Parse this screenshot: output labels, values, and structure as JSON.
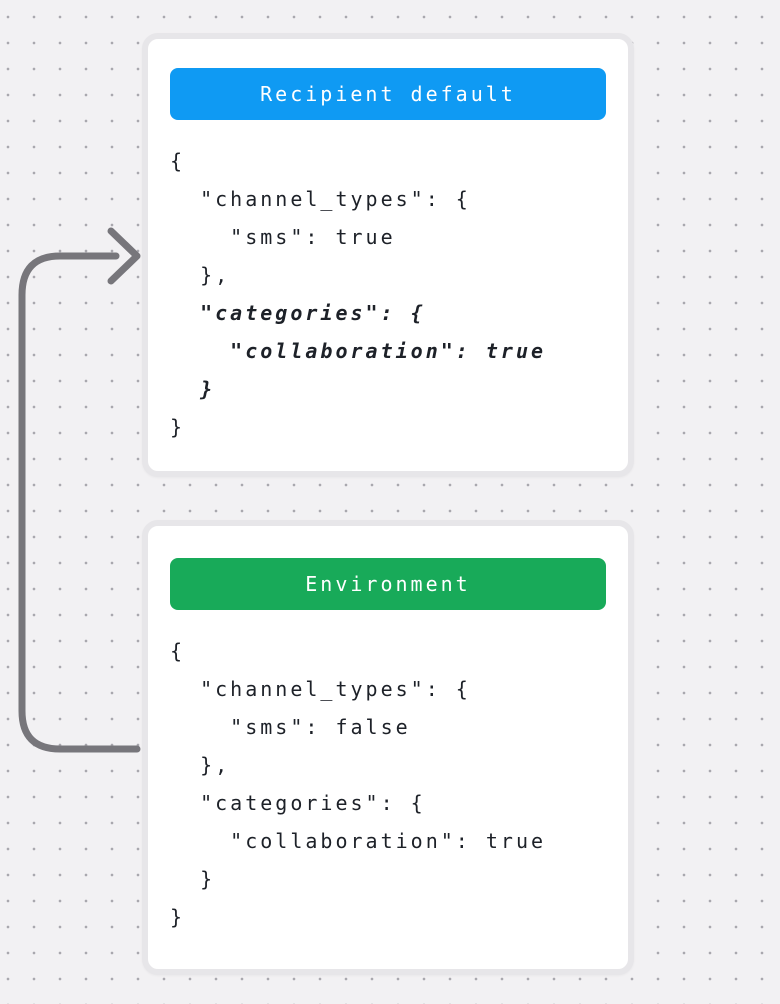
{
  "background": {
    "base_color": "#f2f1f3",
    "dot_color": "#a9a8ae"
  },
  "arrow": {
    "color": "#77767b",
    "description": "curved connector from Environment card pointing to Recipient default card"
  },
  "cards": [
    {
      "header": {
        "label": "Recipient default",
        "background_color": "#0f9af3",
        "text_color": "#ffffff"
      },
      "code_lines": [
        {
          "text": "{",
          "emphasis": false
        },
        {
          "text": "  \"channel_types\": {",
          "emphasis": false
        },
        {
          "text": "    \"sms\": true",
          "emphasis": false
        },
        {
          "text": "  },",
          "emphasis": false
        },
        {
          "text": "  \"categories\": {",
          "emphasis": true
        },
        {
          "text": "    \"collaboration\": true",
          "emphasis": true
        },
        {
          "text": "  }",
          "emphasis": true
        },
        {
          "text": "}",
          "emphasis": false
        }
      ]
    },
    {
      "header": {
        "label": "Environment",
        "background_color": "#18aa59",
        "text_color": "#ffffff"
      },
      "code_lines": [
        {
          "text": "{",
          "emphasis": false
        },
        {
          "text": "  \"channel_types\": {",
          "emphasis": false
        },
        {
          "text": "    \"sms\": false",
          "emphasis": false
        },
        {
          "text": "  },",
          "emphasis": false
        },
        {
          "text": "  \"categories\": {",
          "emphasis": false
        },
        {
          "text": "    \"collaboration\": true",
          "emphasis": false
        },
        {
          "text": "  }",
          "emphasis": false
        },
        {
          "text": "}",
          "emphasis": false
        }
      ]
    }
  ]
}
